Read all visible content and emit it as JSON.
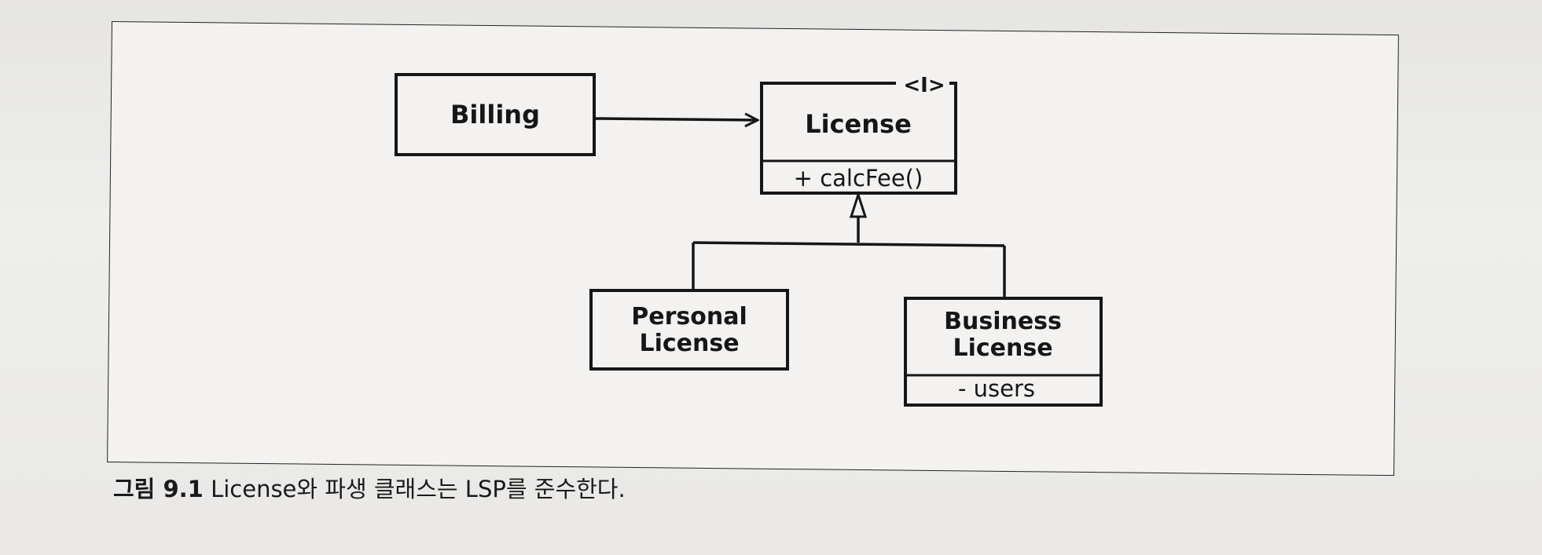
{
  "diagram": {
    "billing": {
      "label": "Billing"
    },
    "license": {
      "stereotype": "<I>",
      "label": "License",
      "method": "+ calcFee()"
    },
    "personal_license": {
      "line1": "Personal",
      "line2": "License"
    },
    "business_license": {
      "line1": "Business",
      "line2": "License",
      "field": "- users"
    }
  },
  "caption": {
    "figure_number": "그림 9.1",
    "text": "License와 파생 클래스는 LSP를 준수한다."
  }
}
